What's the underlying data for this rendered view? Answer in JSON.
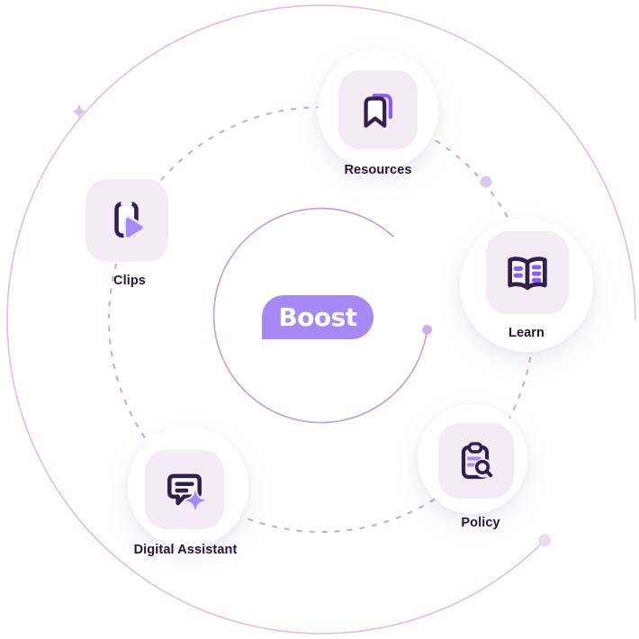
{
  "diagram": {
    "center": {
      "label": "Boost"
    },
    "features": [
      {
        "id": "resources",
        "label": "Resources",
        "icon": "bookmark-stack-icon"
      },
      {
        "id": "clips",
        "label": "Clips",
        "icon": "phone-play-icon"
      },
      {
        "id": "learn",
        "label": "Learn",
        "icon": "open-book-icon"
      },
      {
        "id": "policy",
        "label": "Policy",
        "icon": "clipboard-search-icon"
      },
      {
        "id": "digital-assistant",
        "label": "Digital Assistant",
        "icon": "chat-sparkle-icon"
      }
    ],
    "decorations": [
      "sparkle-marker",
      "outer-orbit-dot",
      "middle-orbit-dot",
      "inner-orbit-dot"
    ]
  },
  "colors": {
    "brand_purple": "#a689f5",
    "icon_dark": "#33204a",
    "icon_purple": "#8b5cf6",
    "icon_light_purple": "#a78bfa",
    "tile_bg": "#f4ebf6",
    "label_text": "#231732",
    "orbit_outer": "#dcc3e4",
    "orbit_inner": "#c2a3d6",
    "orbit_dash": "#c9abd8",
    "dot_light": "#ecdcf2",
    "dot_mid": "#dcc9e8",
    "dot_inner": "#cfb2de",
    "sparkle": "#d9c2e6"
  }
}
